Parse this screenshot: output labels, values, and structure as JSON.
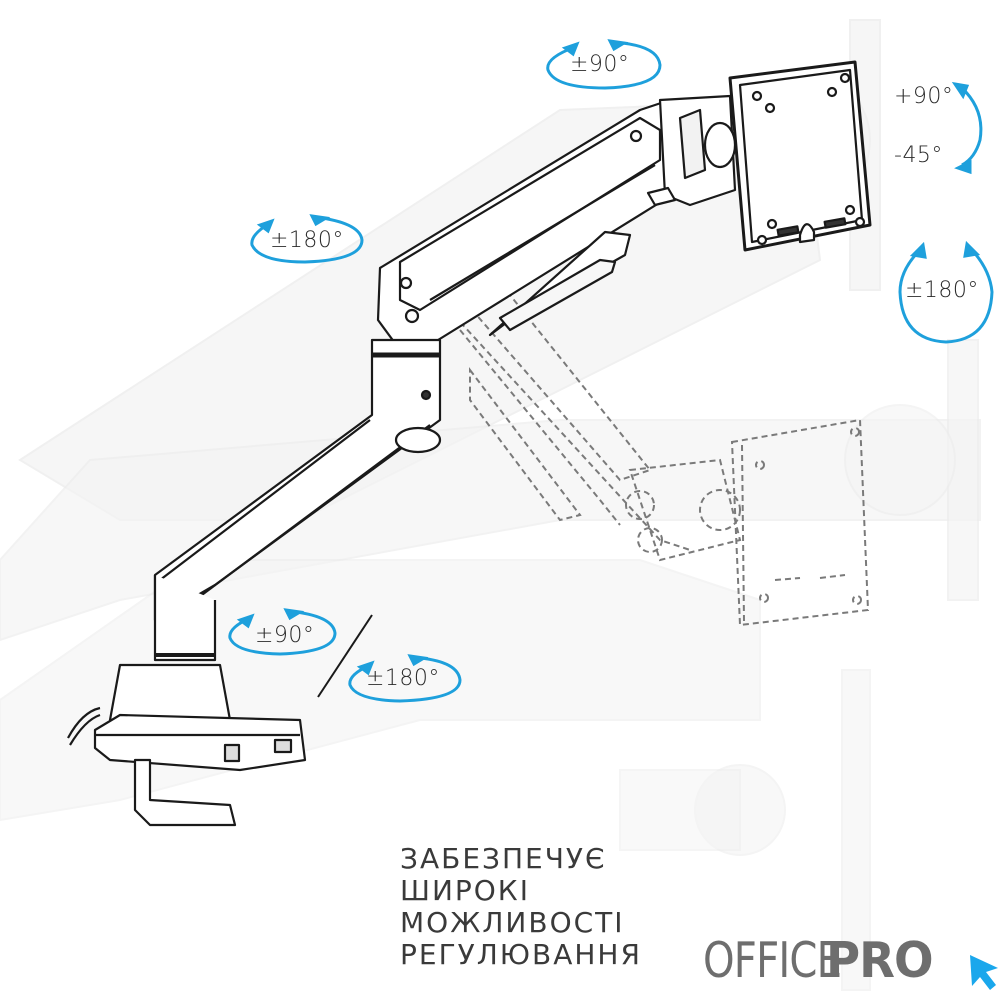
{
  "illustration": {
    "subject": "monitor-arm-adjustment-diagram",
    "accent_color": "#1ea0dc",
    "line_color": "#1a1a1a",
    "ghost_color": "#f2f2f2",
    "dashed_color": "#777777"
  },
  "rotation_labels": {
    "vesa_swivel": "±90°",
    "tilt_up": "+90°",
    "tilt_down": "-45°",
    "elbow": "±180°",
    "vesa_rotate": "±180°",
    "base_arm": "±90°",
    "base_pole": "±180°"
  },
  "caption": {
    "lines": [
      "ЗАБЕЗПЕЧУЄ",
      "ШИРОКІ",
      "МОЖЛИВОСТІ",
      "РЕГУЛЮВАННЯ"
    ]
  },
  "logo": {
    "part1": "OFFICE",
    "part2": "PRO",
    "text_color": "#6e6e6e",
    "cursor_color": "#1aa7ec"
  }
}
